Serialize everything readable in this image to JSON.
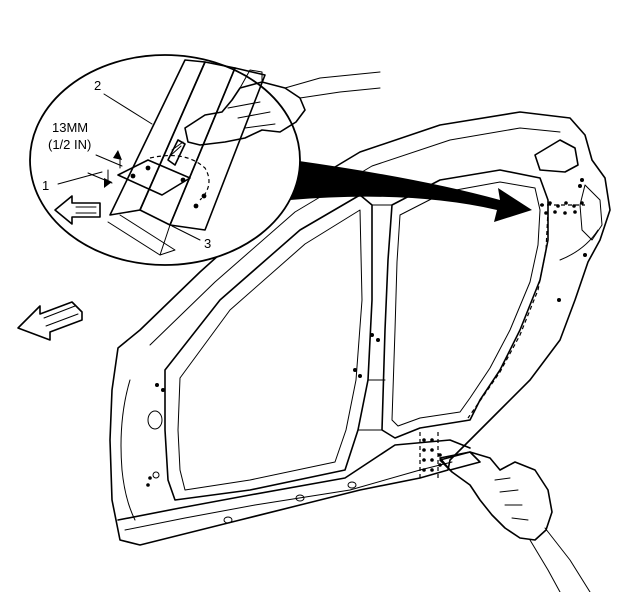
{
  "callouts": {
    "label_1": "1",
    "label_2": "2",
    "label_3": "3",
    "dimension_mm": "13MM",
    "dimension_in": "(1/2 IN)"
  },
  "icons": {
    "front_arrow": "left-arrow-icon",
    "detail_arrow": "right-arrow-icon",
    "detail_front_arrow": "left-arrow-icon"
  }
}
